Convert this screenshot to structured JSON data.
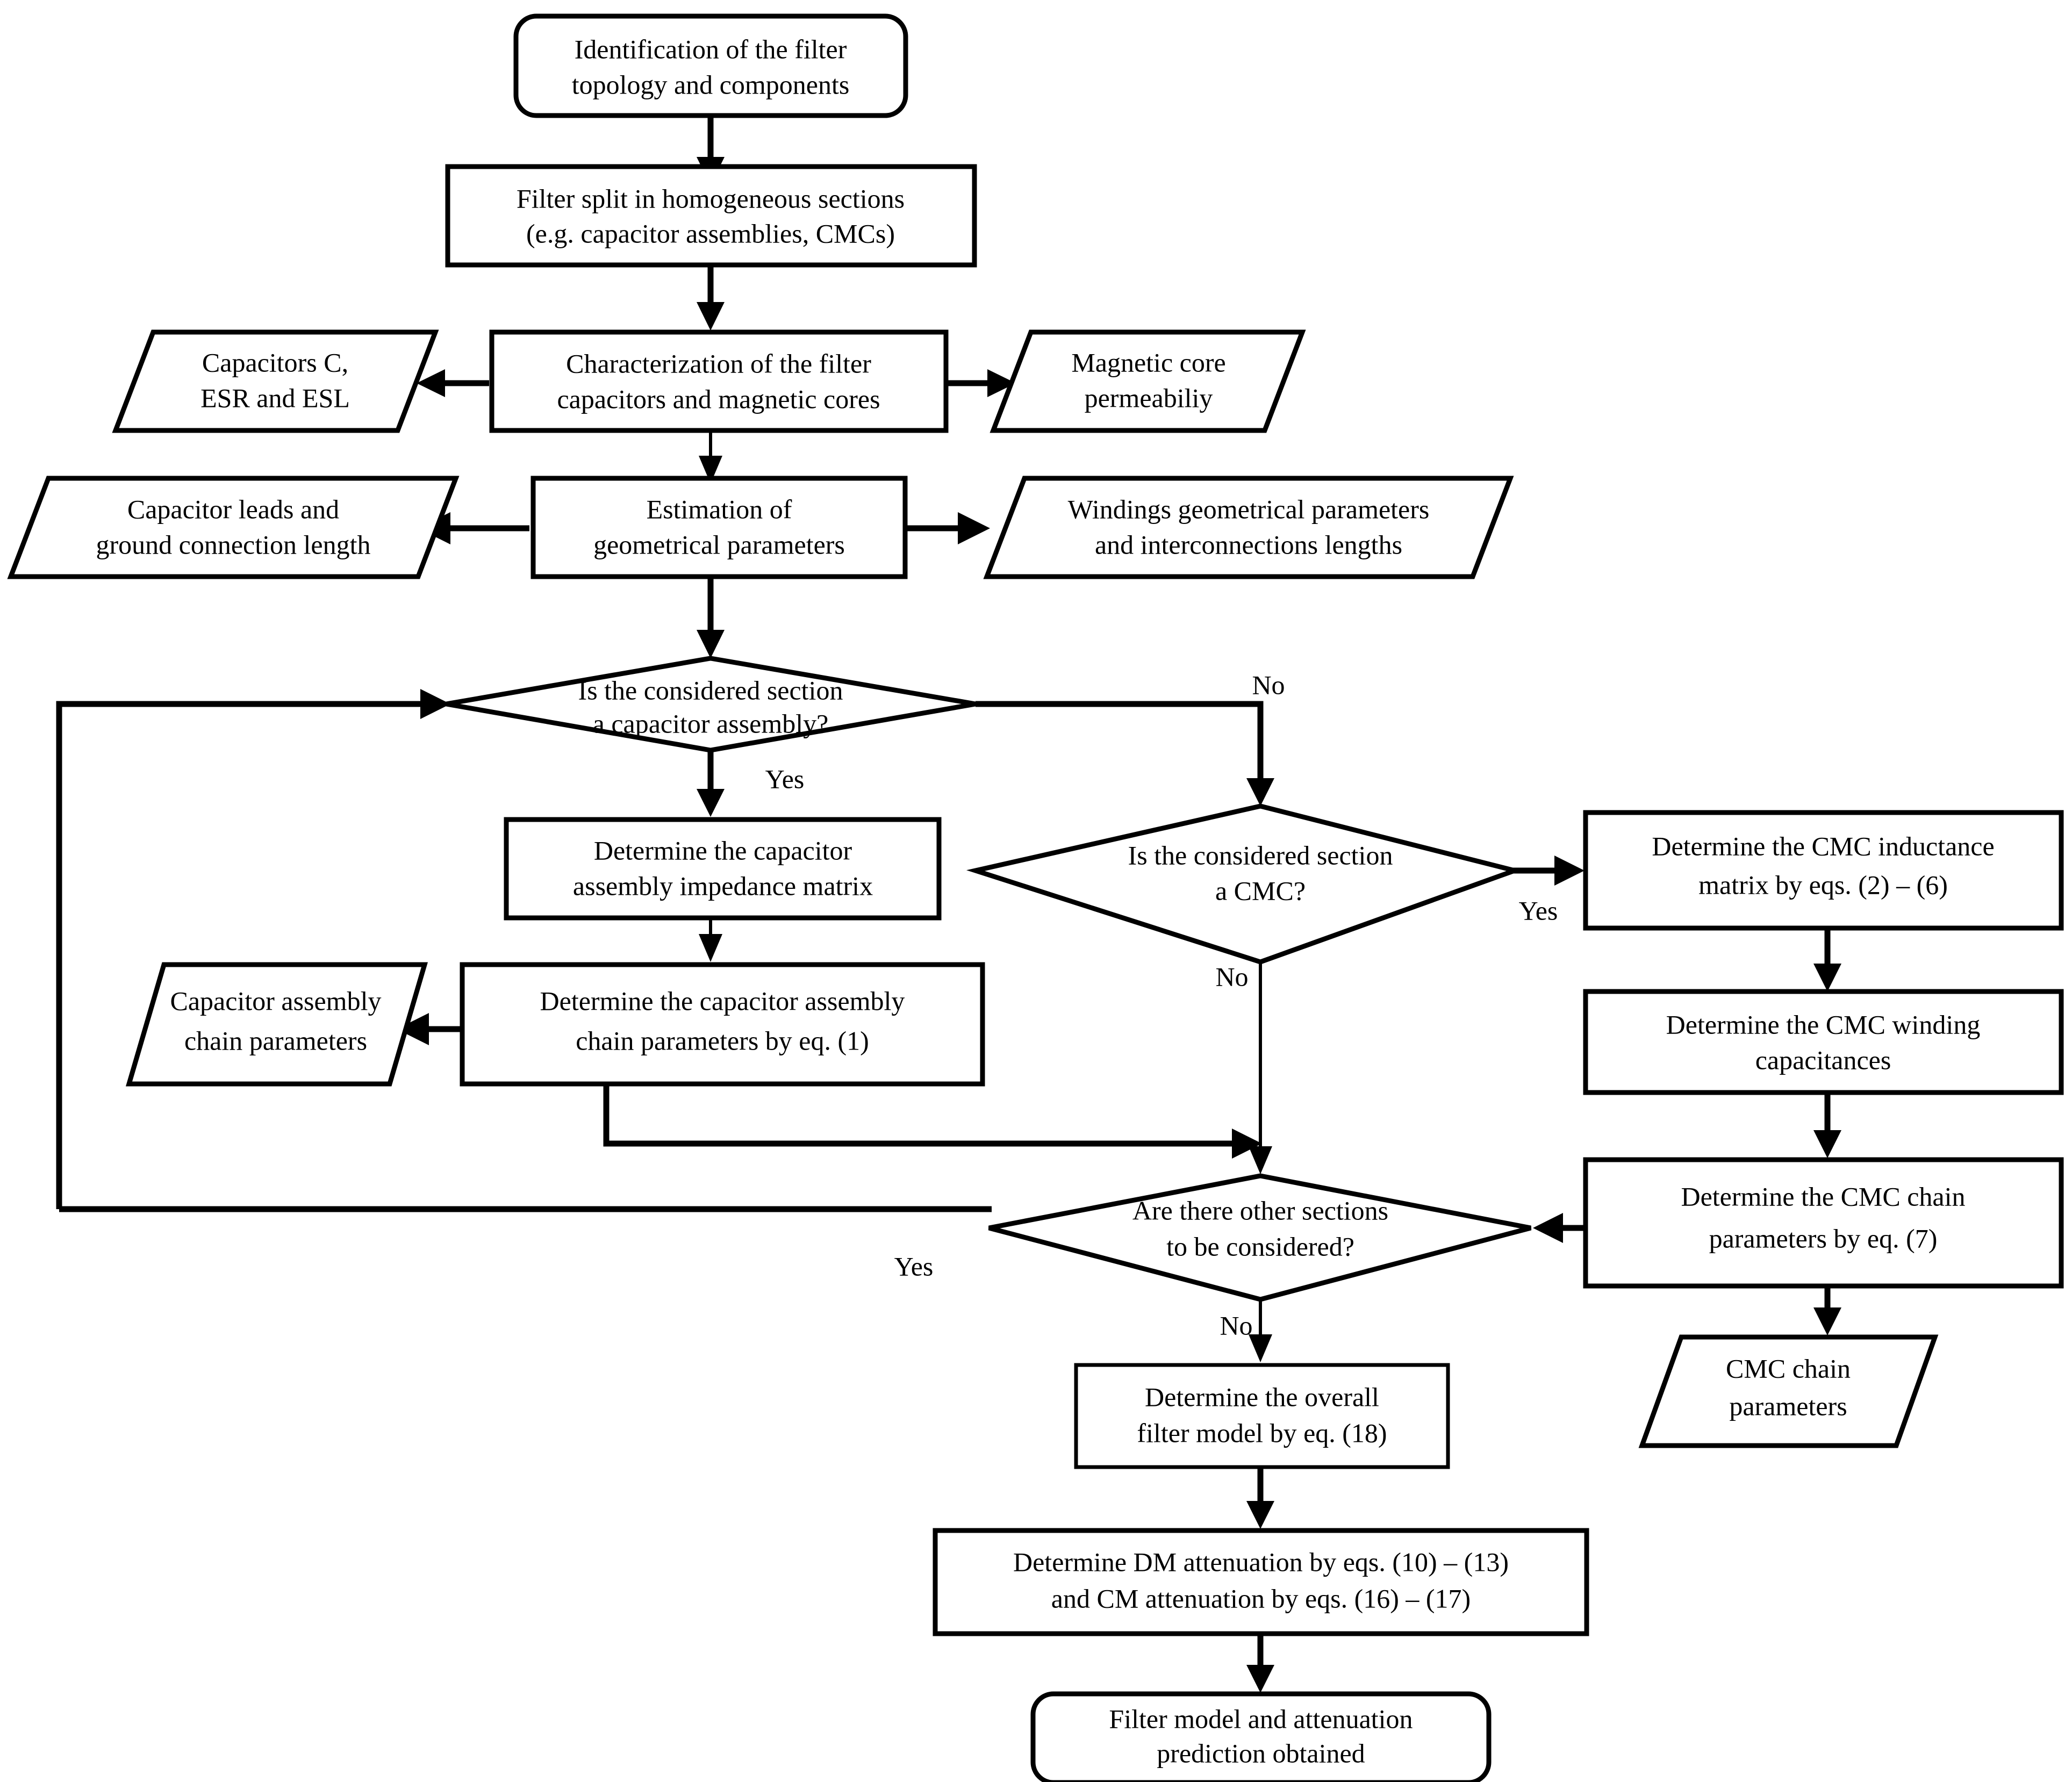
{
  "diagram": {
    "title": "EMI filter modelling and attenuation prediction flowchart",
    "line_color": "#000000",
    "fill_color": "#ffffff",
    "nodes": {
      "start": {
        "shape": "rounded-rectangle",
        "lines": [
          "Identification of the filter",
          "topology and components"
        ]
      },
      "split": {
        "shape": "rectangle",
        "lines": [
          "Filter split in homogeneous sections",
          "(e.g. capacitor assemblies, CMCs)"
        ]
      },
      "characterization": {
        "shape": "rectangle",
        "lines": [
          "Characterization of the filter",
          "capacitors and magnetic cores"
        ]
      },
      "caps_out": {
        "shape": "parallelogram",
        "lines": [
          "Capacitors C,",
          "ESR and ESL"
        ]
      },
      "core_out": {
        "shape": "parallelogram",
        "lines": [
          "Magnetic core",
          "permeabiliy"
        ]
      },
      "estimation": {
        "shape": "rectangle",
        "lines": [
          "Estimation of",
          "geometrical parameters"
        ]
      },
      "leads_out": {
        "shape": "parallelogram",
        "lines": [
          "Capacitor leads and",
          "ground connection length"
        ]
      },
      "windings_out": {
        "shape": "parallelogram",
        "lines": [
          "Windings geometrical parameters",
          "and interconnections lengths"
        ]
      },
      "decision_cap": {
        "shape": "diamond",
        "lines": [
          "Is the considered section",
          "a capacitor assembly?"
        ]
      },
      "decision_cmc": {
        "shape": "diamond",
        "lines": [
          "Is the considered section",
          "a CMC?"
        ]
      },
      "cap_impedance": {
        "shape": "rectangle",
        "lines": [
          "Determine the capacitor",
          "assembly impedance matrix"
        ]
      },
      "cap_chain": {
        "shape": "rectangle",
        "lines": [
          "Determine the capacitor assembly",
          "chain parameters by eq. (1)"
        ]
      },
      "cap_chain_out": {
        "shape": "parallelogram",
        "lines": [
          "Capacitor assembly",
          "chain parameters"
        ]
      },
      "cmc_inductance": {
        "shape": "rectangle",
        "lines": [
          "Determine the CMC inductance",
          "matrix by eqs. (2) – (6)"
        ]
      },
      "cmc_capacitances": {
        "shape": "rectangle",
        "lines": [
          "Determine the CMC winding",
          "capacitances"
        ]
      },
      "cmc_chain": {
        "shape": "rectangle",
        "lines": [
          "Determine the CMC chain",
          "parameters by eq. (7)"
        ]
      },
      "cmc_chain_out": {
        "shape": "parallelogram",
        "lines": [
          "CMC chain",
          "parameters"
        ]
      },
      "decision_more": {
        "shape": "diamond",
        "lines": [
          "Are there other sections",
          "to be considered?"
        ]
      },
      "overall_model": {
        "shape": "rectangle",
        "lines": [
          "Determine the overall",
          "filter model by eq. (18)"
        ]
      },
      "attenuation": {
        "shape": "rectangle",
        "lines": [
          "Determine DM attenuation by eqs. (10) – (13)",
          "and CM attenuation by eqs. (16) – (17)"
        ]
      },
      "end": {
        "shape": "rounded-rectangle",
        "lines": [
          "Filter model and attenuation",
          "prediction obtained"
        ]
      }
    },
    "edge_labels": {
      "cap_no": "No",
      "cap_yes": "Yes",
      "cmc_yes": "Yes",
      "cmc_no": "No",
      "more_yes": "Yes",
      "more_no": "No"
    }
  }
}
